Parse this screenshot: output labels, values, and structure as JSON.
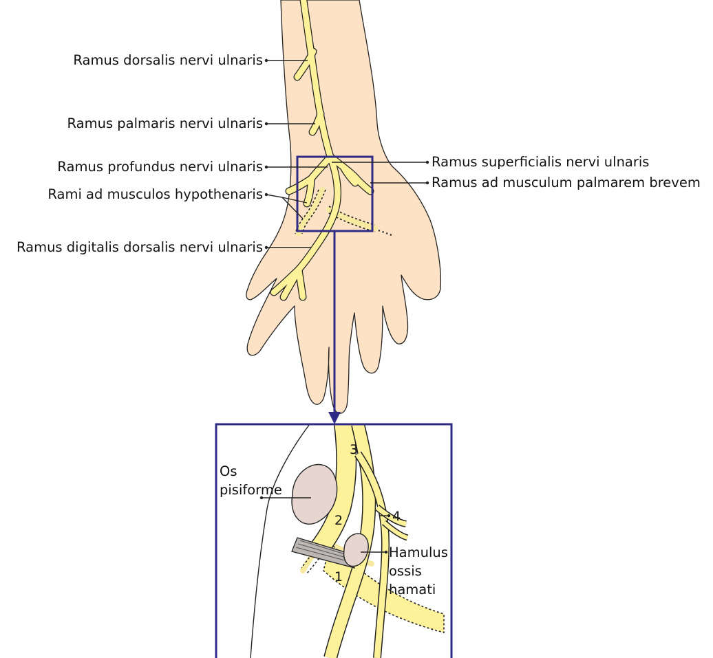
{
  "labels_left": [
    "Ramus dorsalis nervi ulnaris",
    "Ramus palmaris nervi ulnaris",
    "Ramus profundus nervi ulnaris",
    "Rami ad musculos hypothenaris",
    "Ramus digitalis dorsalis nervi ulnaris"
  ],
  "labels_right": [
    "Ramus superficialis nervi ulnaris",
    "Ramus ad musculum palmarem brevem"
  ],
  "inset": {
    "os_pisiforme": [
      "Os",
      "pisiforme"
    ],
    "hamulus": [
      "Hamulus",
      "ossis",
      "hamati"
    ],
    "numbers": [
      "1",
      "2",
      "3",
      "4"
    ]
  },
  "colors": {
    "skin": "#fde2c5",
    "nerve": "#fdf29a",
    "frame": "#2e2a86",
    "bone": "#e6d6cf"
  }
}
